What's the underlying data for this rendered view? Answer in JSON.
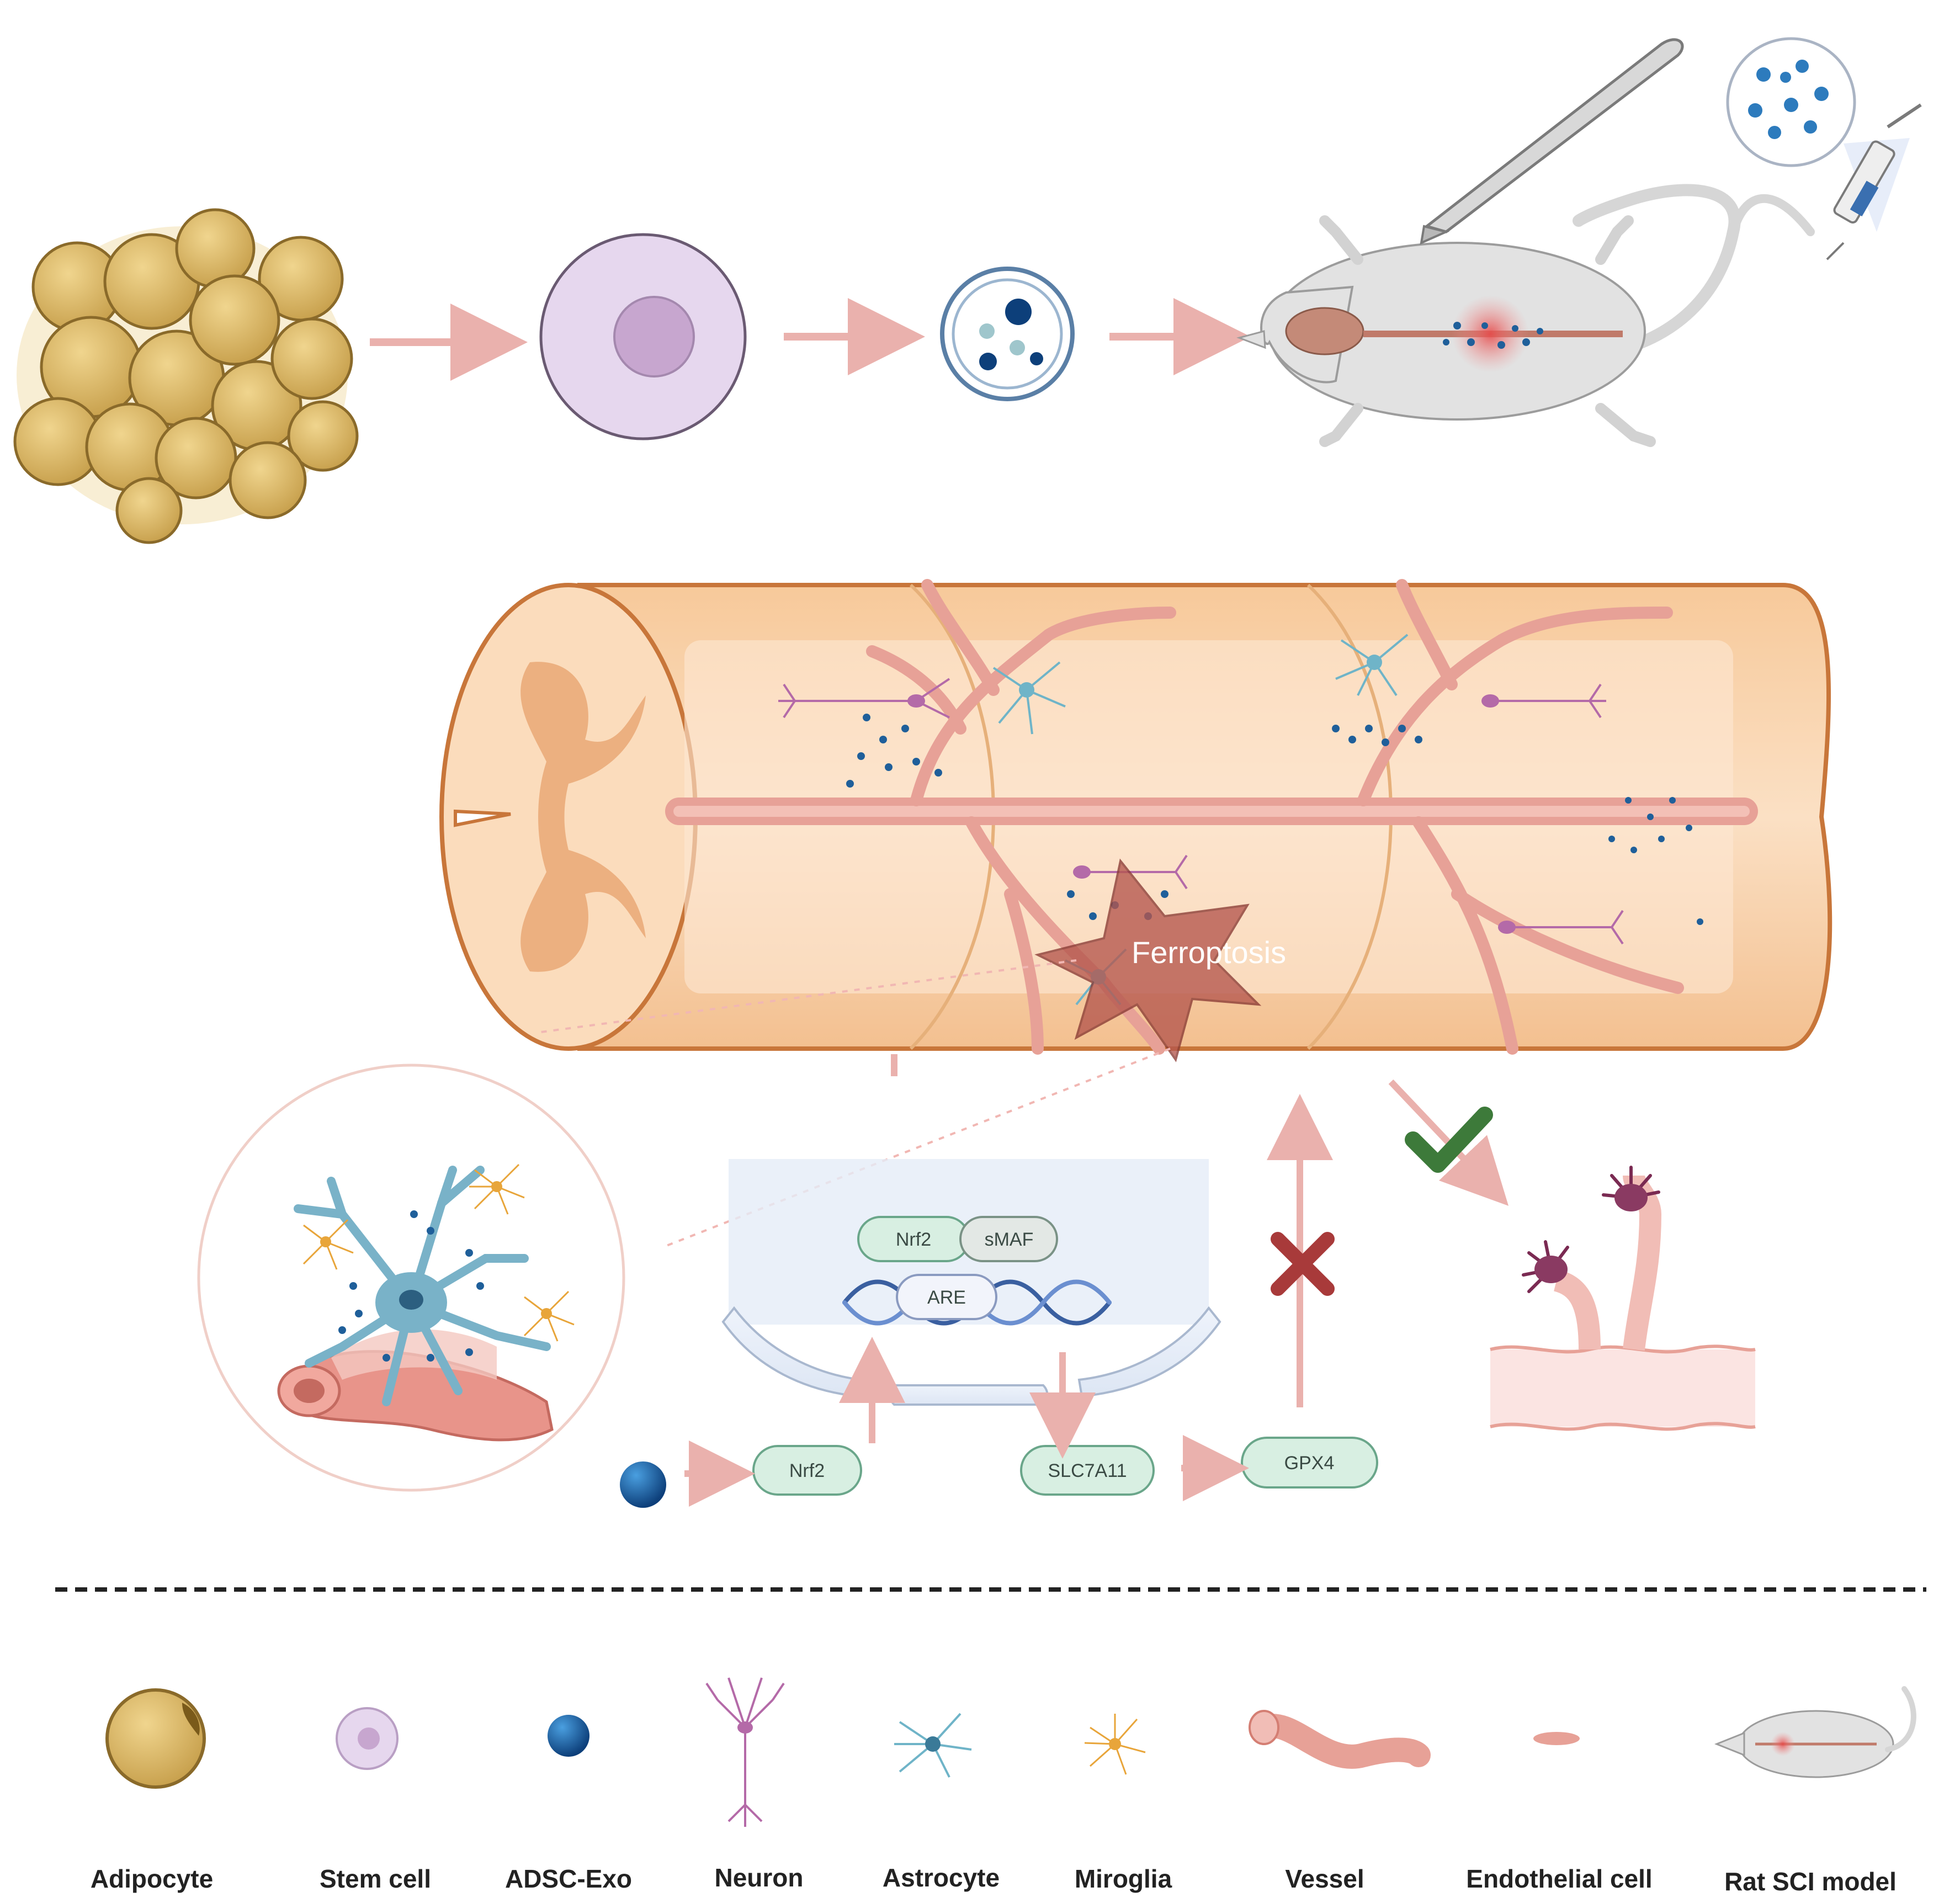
{
  "colors": {
    "adipocyte": "#d7b465",
    "stem_cell": "#e6d7ee",
    "exosome": "#1f5f9a",
    "neuron": "#b46aa8",
    "astrocyte": "#6fb4c8",
    "microglia": "#e8a53a",
    "vessel": "#e7a197",
    "cord": "#f7d3ae",
    "cord_border": "#c8763a",
    "pill_fill": "#d8efe2",
    "pill_stroke": "#6aa68a",
    "arrow": "#eab1ad",
    "cross": "#a83a3a",
    "check": "#3d7a3a",
    "ferroptosis": "#b5574e"
  },
  "diagram": {
    "ferroptosis_label": "Ferroptosis",
    "pathway": {
      "nrf2_complex": "Nrf2",
      "smaf": "sMAF",
      "are": "ARE",
      "nrf2": "Nrf2",
      "slc7a11": "SLC7A11",
      "gpx4": "GPX4"
    }
  },
  "legend": {
    "items": [
      {
        "label": "Adipocyte",
        "icon": "adipocyte-icon"
      },
      {
        "label": "Stem cell",
        "icon": "stem-cell-icon"
      },
      {
        "label": "ADSC-Exo",
        "icon": "exosome-icon"
      },
      {
        "label": "Neuron",
        "icon": "neuron-icon"
      },
      {
        "label": "Astrocyte",
        "icon": "astrocyte-icon"
      },
      {
        "label": "Miroglia",
        "icon": "microglia-icon"
      },
      {
        "label": "Vessel",
        "icon": "vessel-icon"
      },
      {
        "label": "Endothelial cell",
        "icon": "endothelial-cell-icon"
      },
      {
        "label": "Rat SCI model",
        "icon": "rat-icon"
      }
    ]
  }
}
